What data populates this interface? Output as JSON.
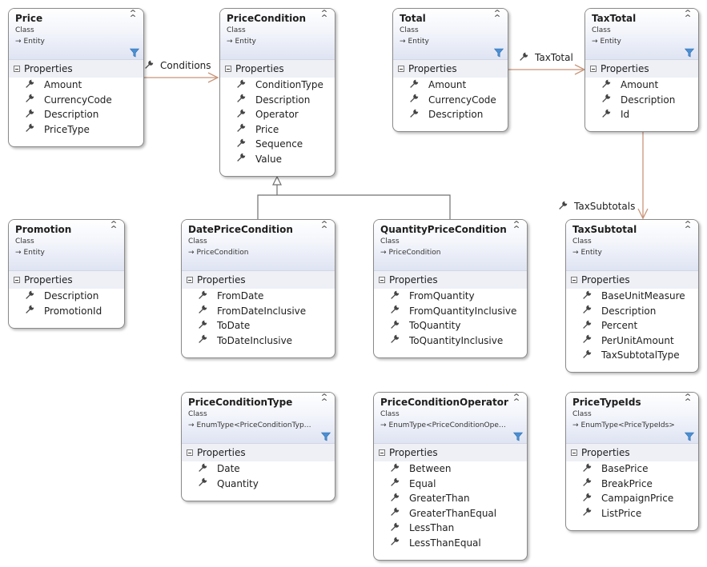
{
  "classes": [
    {
      "id": "price",
      "name": "Price",
      "stereotype": "Class",
      "base": "Entity",
      "has_filter": true,
      "section": "Properties",
      "properties": [
        "Amount",
        "CurrencyCode",
        "Description",
        "PriceType"
      ]
    },
    {
      "id": "pricecondition",
      "name": "PriceCondition",
      "stereotype": "Class",
      "base": "Entity",
      "has_filter": false,
      "section": "Properties",
      "properties": [
        "ConditionType",
        "Description",
        "Operator",
        "Price",
        "Sequence",
        "Value"
      ]
    },
    {
      "id": "total",
      "name": "Total",
      "stereotype": "Class",
      "base": "Entity",
      "has_filter": true,
      "section": "Properties",
      "properties": [
        "Amount",
        "CurrencyCode",
        "Description"
      ]
    },
    {
      "id": "taxtotal",
      "name": "TaxTotal",
      "stereotype": "Class",
      "base": "Entity",
      "has_filter": true,
      "section": "Properties",
      "properties": [
        "Amount",
        "Description",
        "Id"
      ]
    },
    {
      "id": "promotion",
      "name": "Promotion",
      "stereotype": "Class",
      "base": "Entity",
      "has_filter": false,
      "section": "Properties",
      "properties": [
        "Description",
        "PromotionId"
      ]
    },
    {
      "id": "datepricecondition",
      "name": "DatePriceCondition",
      "stereotype": "Class",
      "base": "PriceCondition",
      "has_filter": false,
      "section": "Properties",
      "properties": [
        "FromDate",
        "FromDateInclusive",
        "ToDate",
        "ToDateInclusive"
      ]
    },
    {
      "id": "quantitypricecondition",
      "name": "QuantityPriceCondition",
      "stereotype": "Class",
      "base": "PriceCondition",
      "has_filter": false,
      "section": "Properties",
      "properties": [
        "FromQuantity",
        "FromQuantityInclusive",
        "ToQuantity",
        "ToQuantityInclusive"
      ]
    },
    {
      "id": "taxsubtotal",
      "name": "TaxSubtotal",
      "stereotype": "Class",
      "base": "Entity",
      "has_filter": false,
      "section": "Properties",
      "properties": [
        "BaseUnitMeasure",
        "Description",
        "Percent",
        "PerUnitAmount",
        "TaxSubtotalType"
      ]
    },
    {
      "id": "priceconditiontype",
      "name": "PriceConditionType",
      "stereotype": "Class",
      "base": "EnumType<PriceConditionType>",
      "has_filter": true,
      "section": "Properties",
      "properties": [
        "Date",
        "Quantity"
      ]
    },
    {
      "id": "priceconditionoperator",
      "name": "PriceConditionOperator",
      "stereotype": "Class",
      "base": "EnumType<PriceConditionOper...",
      "has_filter": true,
      "section": "Properties",
      "properties": [
        "Between",
        "Equal",
        "GreaterThan",
        "GreaterThanEqual",
        "LessThan",
        "LessThanEqual"
      ]
    },
    {
      "id": "pricetypeids",
      "name": "PriceTypeIds",
      "stereotype": "Class",
      "base": "EnumType<PriceTypeIds>",
      "has_filter": true,
      "section": "Properties",
      "properties": [
        "BasePrice",
        "BreakPrice",
        "CampaignPrice",
        "ListPrice"
      ]
    }
  ],
  "associations": [
    {
      "id": "conditions",
      "label": "Conditions",
      "from": "Price",
      "to": "PriceCondition"
    },
    {
      "id": "taxtotal",
      "label": "TaxTotal",
      "from": "Total",
      "to": "TaxTotal"
    },
    {
      "id": "taxsubtotals",
      "label": "TaxSubtotals",
      "from": "TaxTotal",
      "to": "TaxSubtotal"
    }
  ],
  "inheritance": [
    {
      "base": "PriceCondition",
      "derived": [
        "DatePriceCondition",
        "QuantityPriceCondition"
      ]
    }
  ],
  "colors": {
    "association": "#c8957a",
    "inheritance": "#707070",
    "border": "#8a8a8a",
    "header": "#dfe4f3",
    "filter": "#4a8fd4"
  },
  "icons": {
    "property": "wrench-icon",
    "collapse": "chevron-up-icon",
    "filter": "filter-icon",
    "section_toggle": "minus-icon",
    "base_arrow": "arrow-right-icon"
  }
}
